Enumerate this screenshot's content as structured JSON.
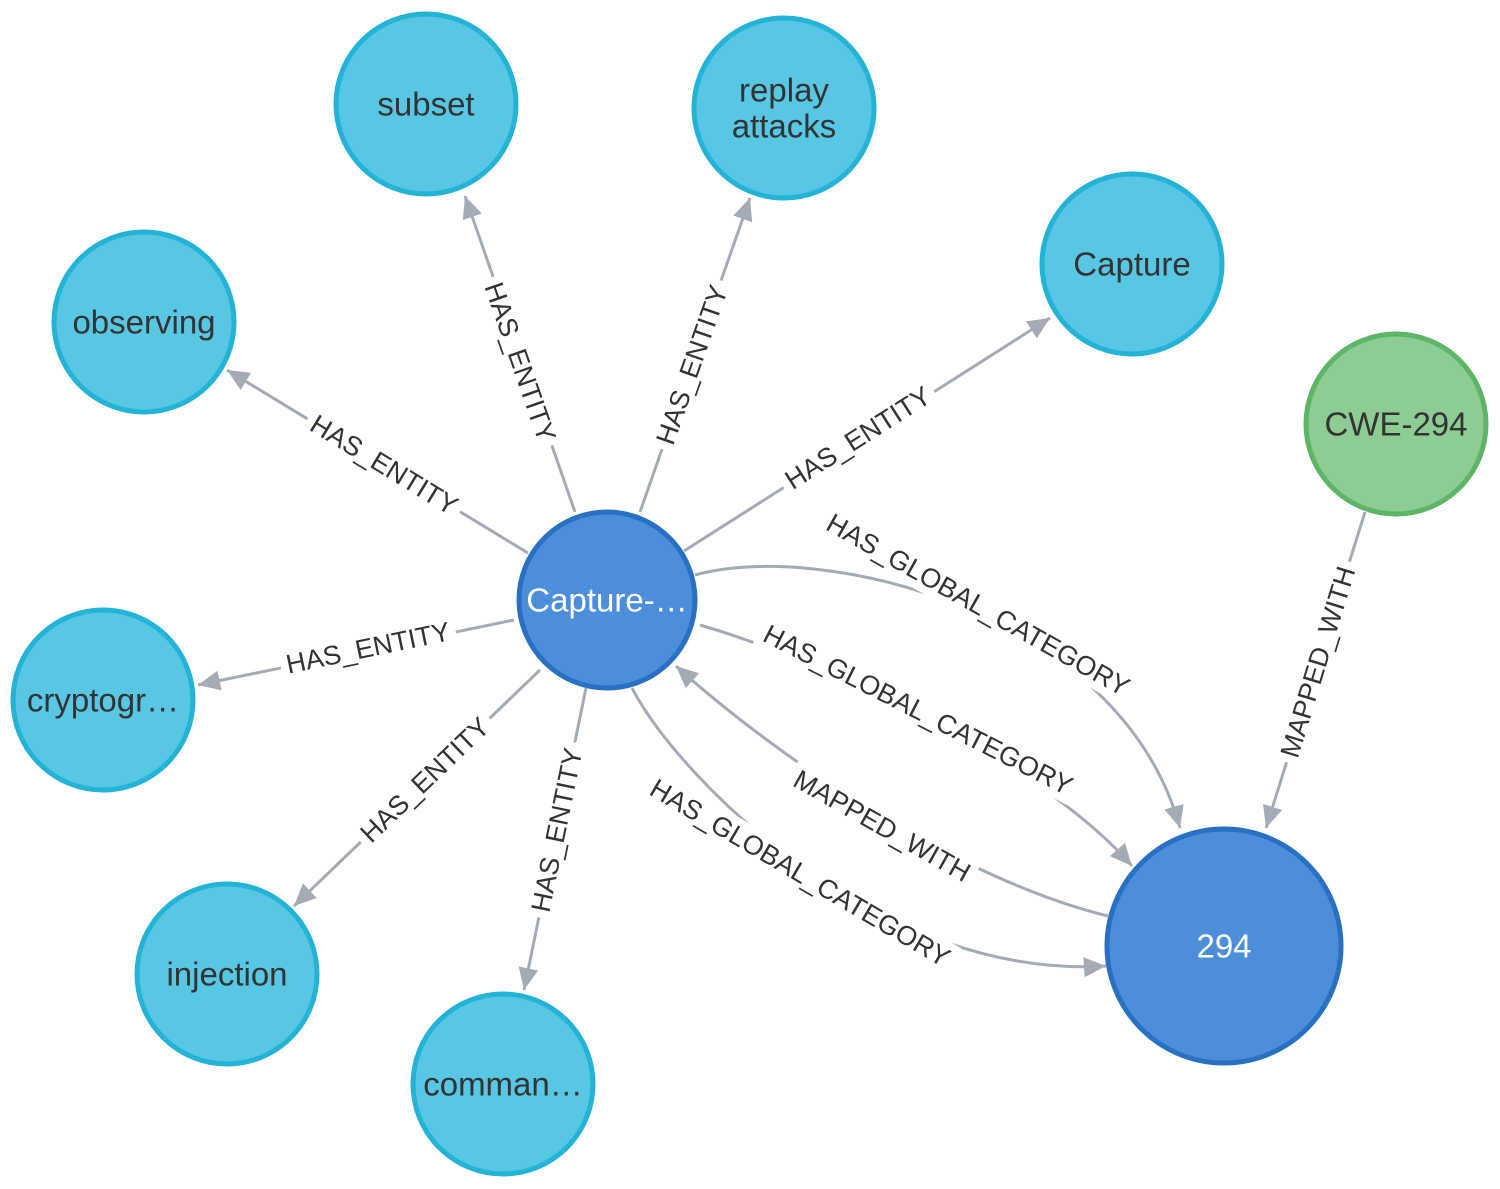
{
  "colors": {
    "entity_fill": "#57c7e3",
    "entity_stroke": "#23b3d7",
    "capec_fill": "#4c8eda",
    "capec_stroke": "#2870c2",
    "cwe_fill": "#8dcc93",
    "cwe_stroke": "#5db665",
    "edge": "#a5abb6",
    "label_dark": "#333333",
    "label_light": "#ffffff"
  },
  "nodes": [
    {
      "id": "capture",
      "name": "node-capture-main",
      "label": "Capture-…",
      "type": "capec"
    },
    {
      "id": "294",
      "name": "node-294",
      "label": "294",
      "type": "capec"
    },
    {
      "id": "cwe294",
      "name": "node-cwe-294",
      "label": "CWE-294",
      "type": "cwe"
    },
    {
      "id": "subset",
      "name": "node-subset",
      "label": "subset",
      "type": "entity"
    },
    {
      "id": "replay",
      "name": "node-replay-attacks",
      "label": "replay\nattacks",
      "type": "entity"
    },
    {
      "id": "capture2",
      "name": "node-capture",
      "label": "Capture",
      "type": "entity"
    },
    {
      "id": "observing",
      "name": "node-observing",
      "label": "observing",
      "type": "entity"
    },
    {
      "id": "crypto",
      "name": "node-cryptogr",
      "label": "cryptogr…",
      "type": "entity"
    },
    {
      "id": "injection",
      "name": "node-injection",
      "label": "injection",
      "type": "entity"
    },
    {
      "id": "command",
      "name": "node-comman",
      "label": "comman…",
      "type": "entity"
    }
  ],
  "edges": [
    {
      "id": "e1",
      "source": "capture",
      "target": "subset",
      "label": "HAS_ENTITY"
    },
    {
      "id": "e2",
      "source": "capture",
      "target": "replay",
      "label": "HAS_ENTITY"
    },
    {
      "id": "e3",
      "source": "capture",
      "target": "capture2",
      "label": "HAS_ENTITY"
    },
    {
      "id": "e4",
      "source": "capture",
      "target": "observing",
      "label": "HAS_ENTITY"
    },
    {
      "id": "e5",
      "source": "capture",
      "target": "crypto",
      "label": "HAS_ENTITY"
    },
    {
      "id": "e6",
      "source": "capture",
      "target": "injection",
      "label": "HAS_ENTITY"
    },
    {
      "id": "e7",
      "source": "capture",
      "target": "command",
      "label": "HAS_ENTITY"
    },
    {
      "id": "e8",
      "source": "capture",
      "target": "294",
      "label": "HAS_GLOBAL_CATEGORY"
    },
    {
      "id": "e9",
      "source": "capture",
      "target": "294",
      "label": "HAS_GLOBAL_CATEGORY"
    },
    {
      "id": "e10",
      "source": "capture",
      "target": "294",
      "label": "HAS_GLOBAL_CATEGORY"
    },
    {
      "id": "e11",
      "source": "294",
      "target": "capture",
      "label": "MAPPED_WITH"
    },
    {
      "id": "e12",
      "source": "cwe294",
      "target": "294",
      "label": "MAPPED_WITH"
    }
  ]
}
